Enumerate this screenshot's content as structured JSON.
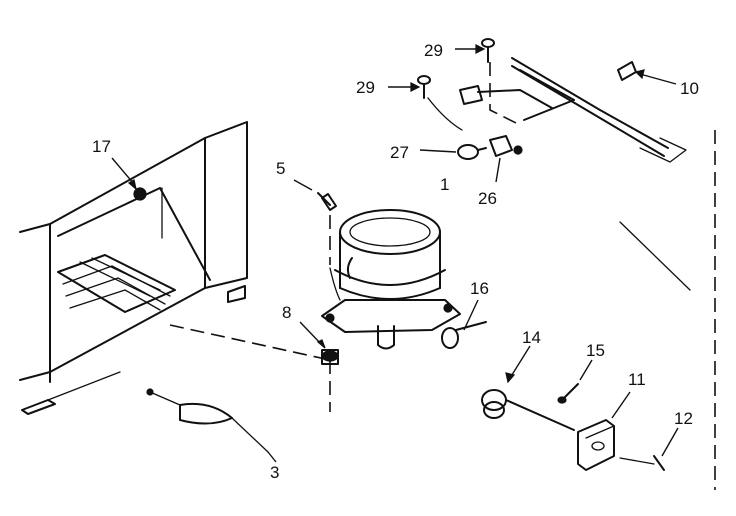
{
  "diagram": {
    "parts": [
      {
        "id": "part-1",
        "label": "1"
      },
      {
        "id": "part-3",
        "label": "3"
      },
      {
        "id": "part-5",
        "label": "5"
      },
      {
        "id": "part-8",
        "label": "8"
      },
      {
        "id": "part-10",
        "label": "10"
      },
      {
        "id": "part-11",
        "label": "11"
      },
      {
        "id": "part-12",
        "label": "12"
      },
      {
        "id": "part-14",
        "label": "14"
      },
      {
        "id": "part-15",
        "label": "15"
      },
      {
        "id": "part-16",
        "label": "16"
      },
      {
        "id": "part-17",
        "label": "17"
      },
      {
        "id": "part-26",
        "label": "26"
      },
      {
        "id": "part-27",
        "label": "27"
      },
      {
        "id": "part-29a",
        "label": "29"
      },
      {
        "id": "part-29b",
        "label": "29"
      }
    ],
    "ink_color": "#111111",
    "background": "#ffffff"
  }
}
